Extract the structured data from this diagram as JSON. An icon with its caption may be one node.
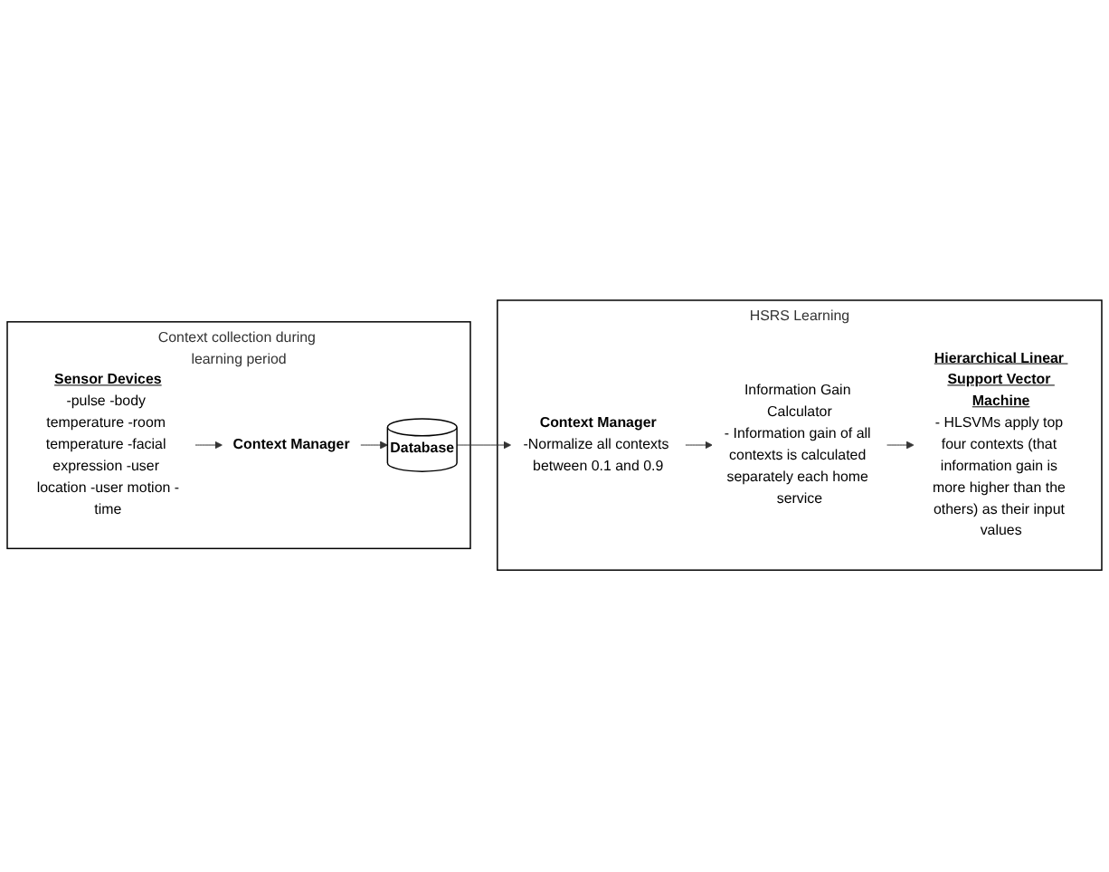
{
  "diagram": {
    "nodes": [
      {
        "text": [
          "Context collection during learning period"
        ]
      },
      {
        "text": [
          "Sensor Devices",
          "-pulse -body temperature -room temperature -facial expression -user location -user motion -time"
        ],
        "in": 0
      },
      {
        "text": [
          "Context Manager"
        ],
        "in": 0
      },
      {
        "text": [
          "Database"
        ],
        "in": 0
      },
      {
        "text": [
          "HSRS Learning"
        ]
      },
      {
        "text": [
          "Hierarchical Linear Support Vector Machine",
          "- HLSVMs apply top four contexts (that information gain is more higher than the others) as their input values"
        ],
        "in": 4
      },
      {
        "text": [
          "Information Gain Calculator",
          "- Information gain of all contexts is calculated separately each home service"
        ],
        "in": 4
      },
      {
        "text": [
          "Context Manager",
          "-Normalize all contexts between 0.1 and 0.9"
        ],
        "in": 4
      }
    ],
    "edges": [
      {
        "from": 1,
        "to": 2,
        "arrow": "to"
      },
      {
        "from": 2,
        "to": 3,
        "arrow": "to"
      },
      {
        "from": 3,
        "to": 7,
        "arrow": "to"
      },
      {
        "from": 7,
        "to": 6,
        "arrow": "to"
      },
      {
        "from": 6,
        "to": 5,
        "arrow": "to"
      }
    ]
  }
}
